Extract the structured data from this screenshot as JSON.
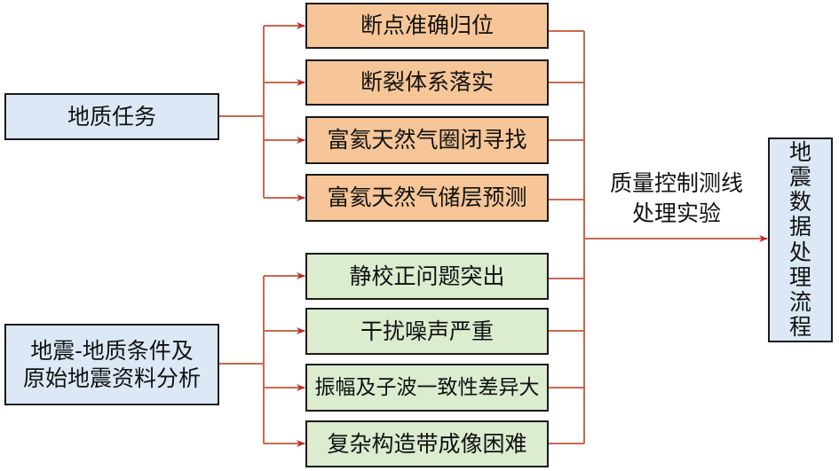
{
  "left": {
    "task": "地质任务",
    "conditions_line1": "地震-地质条件及",
    "conditions_line2": "原始地震资料分析"
  },
  "tasks": [
    "断点准确归位",
    "断裂体系落实",
    "富氦天然气圈闭寻找",
    "富氦天然气储层预测"
  ],
  "problems": [
    "静校正问题突出",
    "干扰噪声严重",
    "振幅及子波一致性差异大",
    "复杂构造带成像困难"
  ],
  "middle_label": {
    "line1": "质量控制测线",
    "line2": "处理实验"
  },
  "result": [
    "地",
    "震",
    "数",
    "据",
    "处",
    "理",
    "流",
    "程"
  ],
  "colors": {
    "line": "#c8694d",
    "arrow": "#c0282a",
    "blue": "#dce8f5",
    "orange": "#f6c698",
    "green": "#dbeccf"
  }
}
